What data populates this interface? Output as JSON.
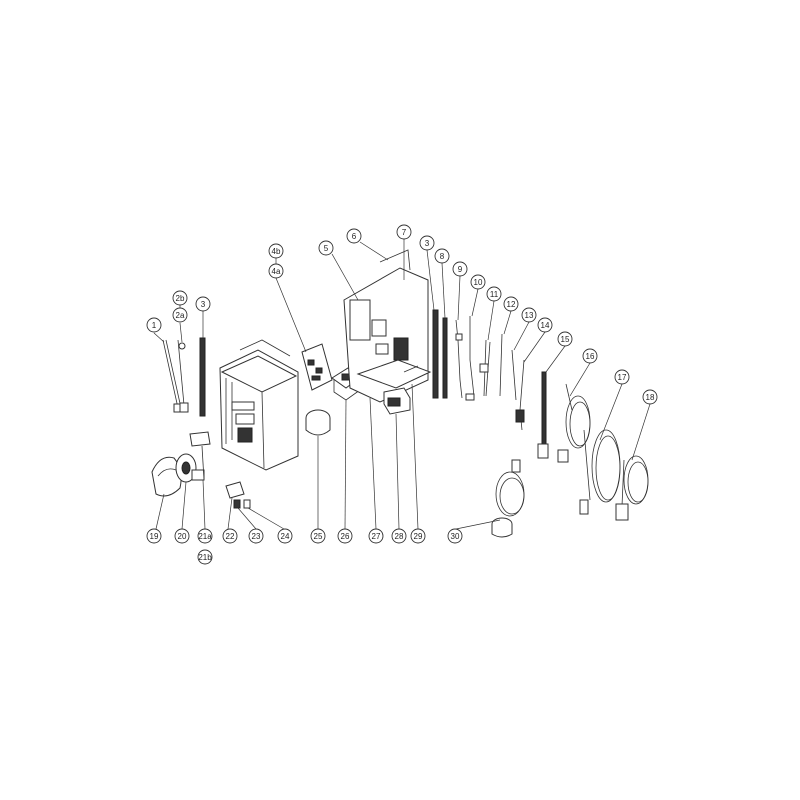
{
  "diagram": {
    "callouts": [
      {
        "id": "c1",
        "label": "1"
      },
      {
        "id": "c2b",
        "label": "2b"
      },
      {
        "id": "c2a",
        "label": "2a"
      },
      {
        "id": "c3a",
        "label": "3"
      },
      {
        "id": "c4b",
        "label": "4b"
      },
      {
        "id": "c4a",
        "label": "4a"
      },
      {
        "id": "c5",
        "label": "5"
      },
      {
        "id": "c6",
        "label": "6"
      },
      {
        "id": "c7",
        "label": "7"
      },
      {
        "id": "c3b",
        "label": "3"
      },
      {
        "id": "c8",
        "label": "8"
      },
      {
        "id": "c9",
        "label": "9"
      },
      {
        "id": "c10",
        "label": "10"
      },
      {
        "id": "c11",
        "label": "11"
      },
      {
        "id": "c12",
        "label": "12"
      },
      {
        "id": "c13",
        "label": "13"
      },
      {
        "id": "c14",
        "label": "14"
      },
      {
        "id": "c15",
        "label": "15"
      },
      {
        "id": "c16",
        "label": "16"
      },
      {
        "id": "c17",
        "label": "17"
      },
      {
        "id": "c18",
        "label": "18"
      },
      {
        "id": "c19",
        "label": "19"
      },
      {
        "id": "c20",
        "label": "20"
      },
      {
        "id": "c21a",
        "label": "21a"
      },
      {
        "id": "c21b",
        "label": "21b"
      },
      {
        "id": "c22",
        "label": "22"
      },
      {
        "id": "c23",
        "label": "23"
      },
      {
        "id": "c24",
        "label": "24"
      },
      {
        "id": "c25",
        "label": "25"
      },
      {
        "id": "c26",
        "label": "26"
      },
      {
        "id": "c27",
        "label": "27"
      },
      {
        "id": "c28",
        "label": "28"
      },
      {
        "id": "c29",
        "label": "29"
      },
      {
        "id": "c30",
        "label": "30"
      }
    ]
  }
}
